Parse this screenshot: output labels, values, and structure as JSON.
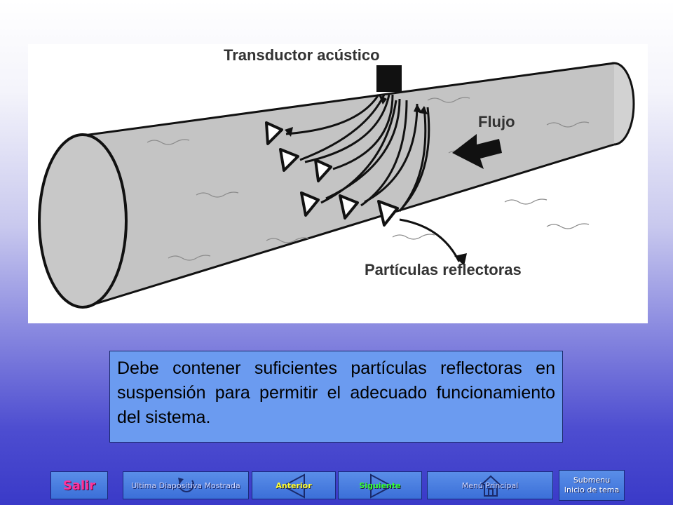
{
  "figure": {
    "label_transducer": "Transductor acústico",
    "label_flow": "Flujo",
    "label_particles": "Partículas reflectoras"
  },
  "body_text": "Debe contener suficientes partículas reflectoras en suspensión para permitir el adecuado funcionamiento del sistema.",
  "nav": {
    "salir": "Salir",
    "ultima": "Ultima Diapositiva Mostrada",
    "anterior": "Anterior",
    "siguiente": "Siguiente",
    "menu_principal": "Menú Principal",
    "submenu_line1": "Submenu",
    "submenu_line2": "Inicio de tema"
  },
  "icons": {
    "salir": "exit-icon",
    "ultima": "return-arrow-icon",
    "anterior": "left-triangle-icon",
    "siguiente": "right-triangle-icon",
    "menu_principal": "home-icon"
  },
  "colors": {
    "textbox_bg": "#6b9bf0",
    "button_bg": "#4a7fe0",
    "salir_text": "#ff3399",
    "anterior_text": "#ffff33",
    "siguiente_text": "#33ff33"
  }
}
